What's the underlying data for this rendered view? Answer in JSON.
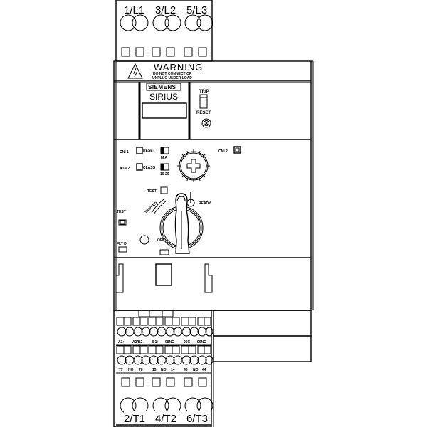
{
  "device": {
    "brand": "SIEMENS",
    "product": "SIRIUS",
    "stroke_color": "#000000",
    "background_color": "#ffffff"
  },
  "top_terminals": {
    "labels": [
      "1/L1",
      "3/L2",
      "5/L3"
    ]
  },
  "bottom_terminals": {
    "labels": [
      "2/T1",
      "4/T2",
      "6/T3"
    ]
  },
  "warning": {
    "title": "WARNING",
    "line1": "DO NOT CONNECT OR",
    "line2": "UNPLUG UNDER LOAD"
  },
  "trip_reset": {
    "trip_label": "TRIP",
    "reset_label": "RESET"
  },
  "switches": {
    "cni1_label": "CNI 1",
    "reset_label": "RESET",
    "reset_positions": "M  A",
    "a1a2_label": "A1/A2",
    "class_label": "CLASS",
    "class_positions": "10 20",
    "cni2_label": "CNI 2"
  },
  "rotary": {
    "test_label": "TEST",
    "tripped_label": "TRIPPED",
    "ready_label": "READY",
    "off_label": "OFF"
  },
  "side_indicators": {
    "test_label": "TEST",
    "fault_label": "FLT D"
  },
  "control_terminals": {
    "row1": [
      "A1+",
      "A2/B2-",
      "B1+",
      "98NO",
      "95C",
      "96NC"
    ],
    "row2": [
      "77",
      "NO",
      "78",
      "13",
      "NO",
      "14",
      "43",
      "NO",
      "44"
    ]
  }
}
